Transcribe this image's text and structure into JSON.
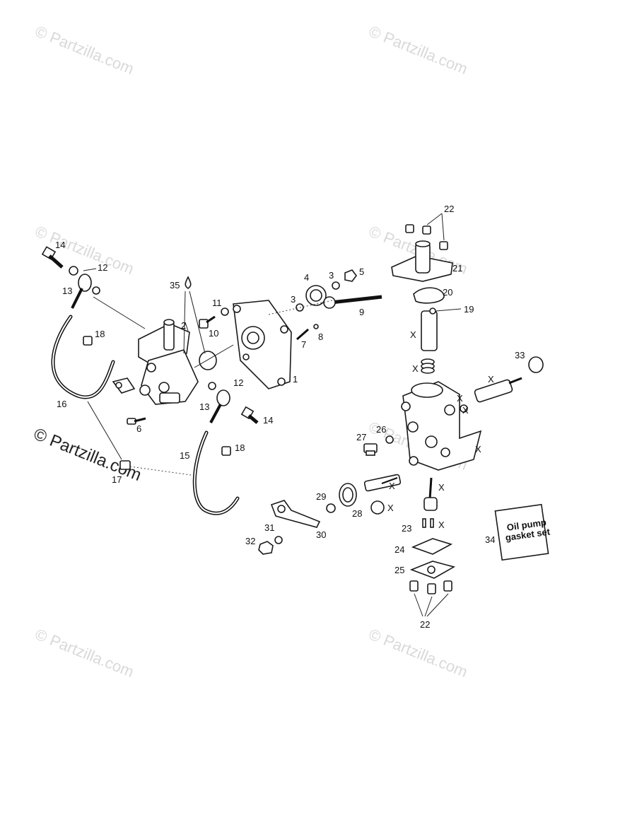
{
  "watermarks": {
    "small_text": "© Partzilla.com",
    "large_text": "© Partzilla.com"
  },
  "callouts": {
    "c1": "1",
    "c2": "2",
    "c3a": "3",
    "c3b": "3",
    "c4": "4",
    "c5": "5",
    "c6": "6",
    "c7": "7",
    "c8": "8",
    "c9": "9",
    "c10": "10",
    "c11": "11",
    "c12a": "12",
    "c12b": "12",
    "c13a": "13",
    "c13b": "13",
    "c14a": "14",
    "c14b": "14",
    "c15": "15",
    "c16": "16",
    "c17": "17",
    "c18a": "18",
    "c18b": "18",
    "c19": "19",
    "c20": "20",
    "c21": "21",
    "c22a": "22",
    "c22b": "22",
    "c23": "23",
    "c24": "24",
    "c25": "25",
    "c26": "26",
    "c27": "27",
    "c28": "28",
    "c29": "29",
    "c30": "30",
    "c31": "31",
    "c32": "32",
    "c33": "33",
    "c34": "34",
    "c35": "35"
  },
  "x_marks": {
    "x1": "X",
    "x2": "X",
    "x3": "X",
    "x4": "X",
    "x5": "X",
    "x6": "X",
    "x7": "X",
    "x8": "X",
    "x9": "X",
    "x10": "X"
  },
  "gasket_set": {
    "line1": "Oil pump",
    "line2": "gasket set"
  }
}
